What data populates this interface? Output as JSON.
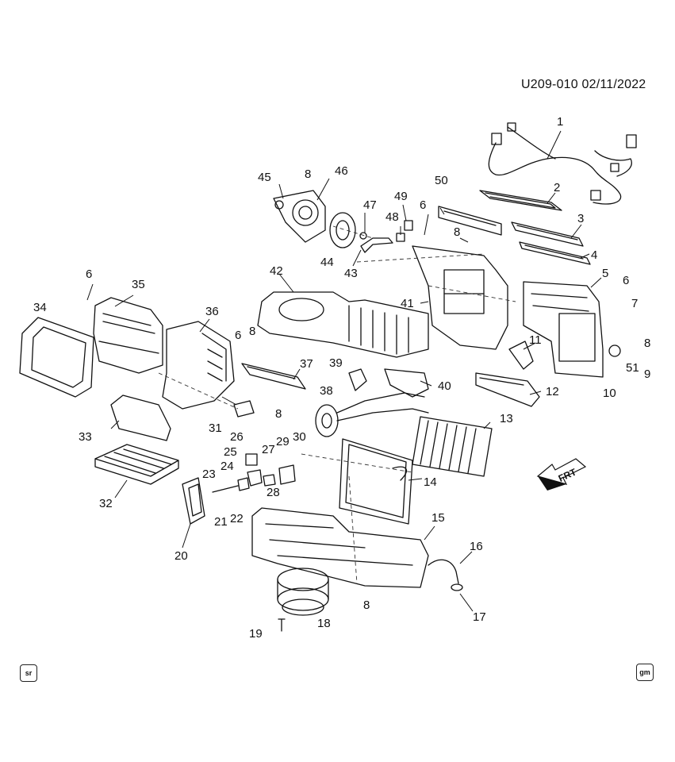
{
  "header": {
    "code": "U209-010  02/11/2022"
  },
  "footer": {
    "left_badge": "sr",
    "right_badge": "gm"
  },
  "front_indicator": "FRT",
  "callouts": [
    "1",
    "2",
    "3",
    "4",
    "5",
    "6",
    "6",
    "6",
    "6",
    "7",
    "8",
    "8",
    "8",
    "8",
    "8",
    "8",
    "9",
    "10",
    "11",
    "12",
    "13",
    "14",
    "15",
    "16",
    "17",
    "18",
    "19",
    "20",
    "21",
    "22",
    "23",
    "24",
    "25",
    "26",
    "27",
    "28",
    "29",
    "30",
    "31",
    "32",
    "33",
    "34",
    "35",
    "36",
    "37",
    "38",
    "39",
    "40",
    "41",
    "42",
    "43",
    "44",
    "45",
    "46",
    "47",
    "48",
    "49",
    "50",
    "51"
  ]
}
